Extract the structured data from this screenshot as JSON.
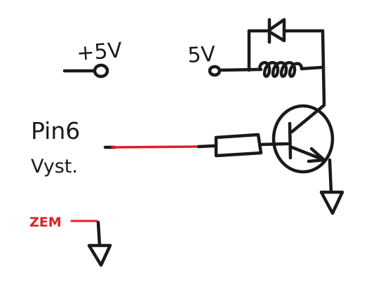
{
  "labels": {
    "plus5v": "+5V",
    "supply5v": "5V",
    "pin_line1": "Pin6",
    "pin_line2": "Vyst.",
    "ground": "ZEM"
  },
  "colors": {
    "ink": "#1a1a1a",
    "signal": "#e0202a",
    "background": "#ffffff"
  }
}
